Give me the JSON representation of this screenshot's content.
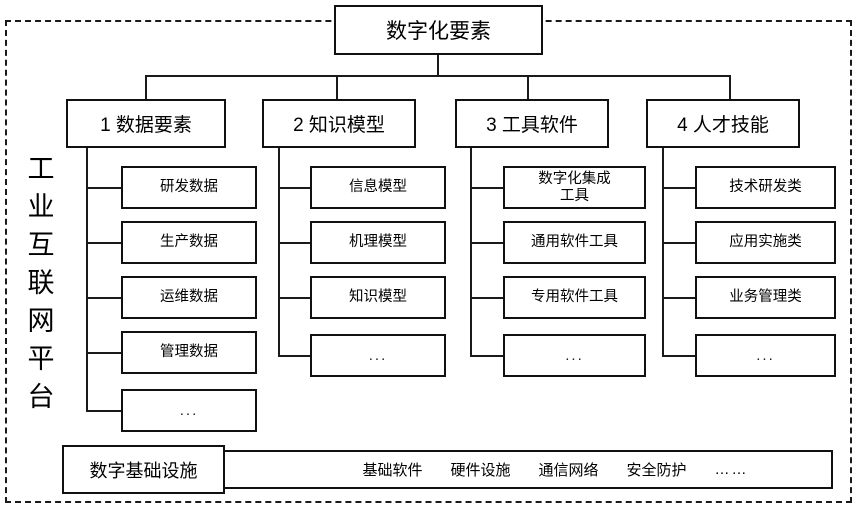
{
  "diagram": {
    "root": {
      "label": "数字化要素"
    },
    "platform_label": "工业互联网平台",
    "platform_label_chars": [
      "工",
      "业",
      "互",
      "联",
      "网",
      "平",
      "台"
    ],
    "categories": [
      {
        "label": "1 数据要素",
        "children": [
          "研发数据",
          "生产数据",
          "运维数据",
          "管理数据",
          "..."
        ]
      },
      {
        "label": "2 知识模型",
        "children": [
          "信息模型",
          "机理模型",
          "知识模型",
          "..."
        ]
      },
      {
        "label": "3 工具软件",
        "children": [
          "数字化集成\n工具",
          "通用软件工具",
          "专用软件工具",
          "..."
        ]
      },
      {
        "label": "4 人才技能",
        "children": [
          "技术研发类",
          "应用实施类",
          "业务管理类",
          "..."
        ]
      }
    ],
    "infrastructure": {
      "label": "数字基础设施",
      "items": [
        "基础软件",
        "硬件设施",
        "通信网络",
        "安全防护",
        "……"
      ]
    },
    "colors": {
      "stroke": "#111111",
      "frame_stroke": "#1a1a1a",
      "background": "#ffffff",
      "text": "#000000"
    }
  }
}
